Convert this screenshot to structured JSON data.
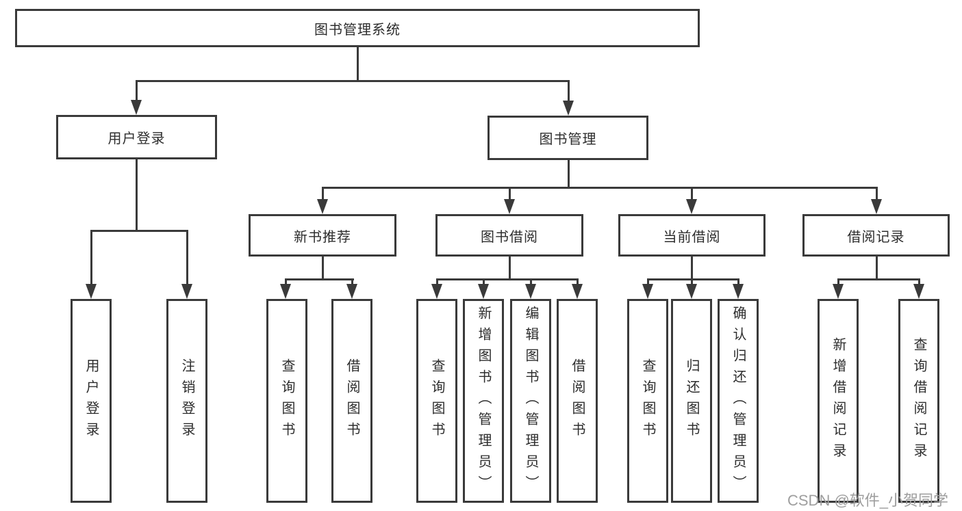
{
  "colors": {
    "line": "#3a3a3a",
    "box_background": "#ffffff",
    "watermark": "#9e9e9e"
  },
  "watermark": {
    "text": "CSDN @软件_小贺同学"
  },
  "diagram": {
    "type": "hierarchy-tree",
    "root": {
      "label": "图书管理系统",
      "children": [
        {
          "label": "用户登录",
          "children": [
            {
              "label": "用户登录"
            },
            {
              "label": "注销登录"
            }
          ]
        },
        {
          "label": "图书管理",
          "children": [
            {
              "label": "新书推荐",
              "children": [
                {
                  "label": "查询图书"
                },
                {
                  "label": "借阅图书"
                }
              ]
            },
            {
              "label": "图书借阅",
              "children": [
                {
                  "label": "查询图书"
                },
                {
                  "label": "新增图书（管理员）"
                },
                {
                  "label": "编辑图书（管理员）"
                },
                {
                  "label": "借阅图书"
                }
              ]
            },
            {
              "label": "当前借阅",
              "children": [
                {
                  "label": "查询图书"
                },
                {
                  "label": "归还图书"
                },
                {
                  "label": "确认归还（管理员）"
                }
              ]
            },
            {
              "label": "借阅记录",
              "children": [
                {
                  "label": "新增借阅记录"
                },
                {
                  "label": "查询借阅记录"
                }
              ]
            }
          ]
        }
      ]
    }
  }
}
